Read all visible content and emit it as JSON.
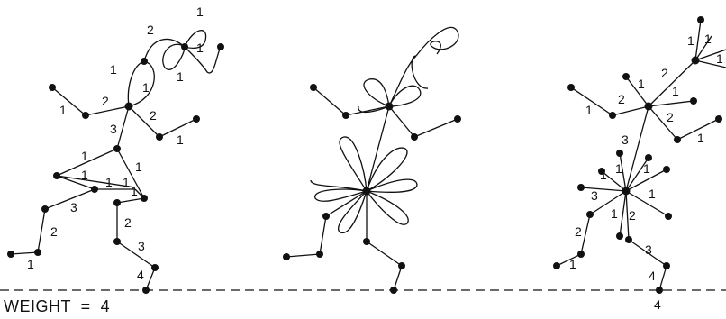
{
  "caption": "WEIGHT  =  4",
  "colors": {
    "ink": "#111111",
    "background": "#ffffff"
  },
  "tree1_labels": [
    "1",
    "2",
    "1",
    "1",
    "1",
    "1",
    "1",
    "2",
    "3",
    "2",
    "1",
    "1",
    "1",
    "1",
    "1",
    "1",
    "1",
    "3",
    "2",
    "2",
    "3",
    "1",
    "4"
  ],
  "tree3_labels": [
    "1",
    "1",
    "2",
    "1",
    "1",
    "2",
    "1",
    "2",
    "1",
    "3",
    "1",
    "1",
    "1",
    "1",
    "1",
    "3",
    "1",
    "2",
    "2",
    "3",
    "1",
    "4",
    "4"
  ]
}
